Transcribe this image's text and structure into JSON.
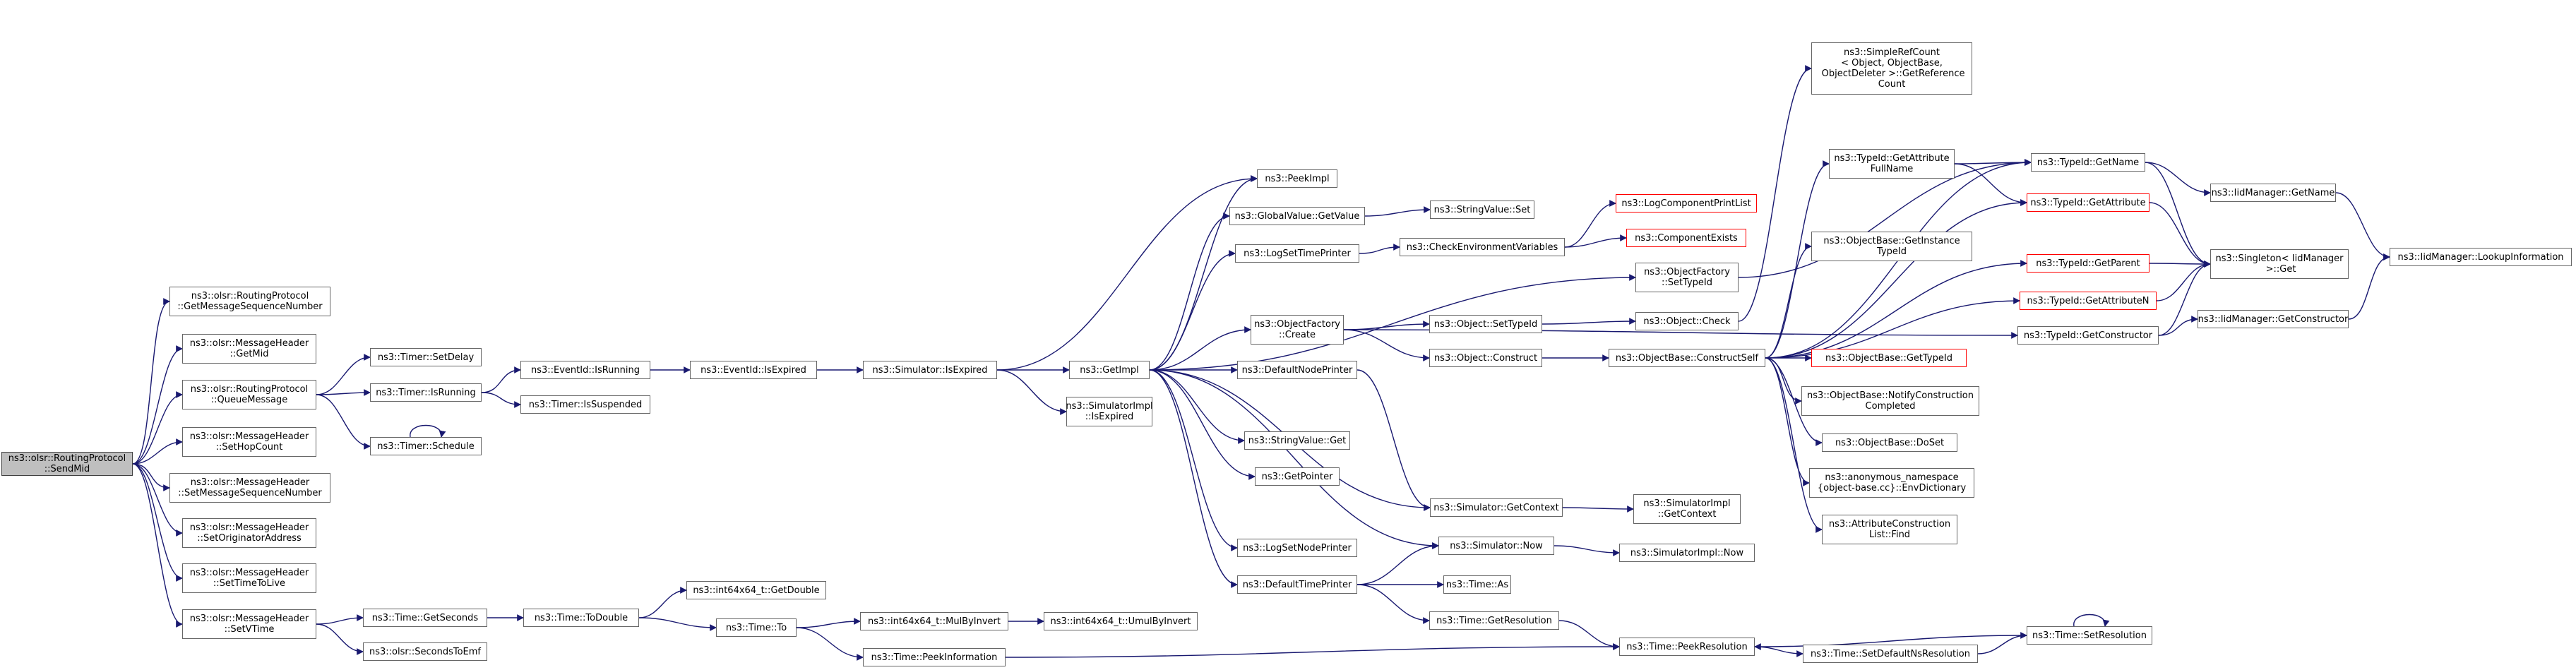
{
  "graph": {
    "colors": {
      "edge": "#191970",
      "node_border": "#666666",
      "truncated_border": "#ff0000",
      "root_fill": "#bfbfbf"
    },
    "nodes": {
      "root": {
        "label": "ns3::olsr::RoutingProtocol\n::SendMid"
      },
      "getMsgSeq": {
        "label": "ns3::olsr::RoutingProtocol\n::GetMessageSequenceNumber"
      },
      "getMid": {
        "label": "ns3::olsr::MessageHeader\n::GetMid"
      },
      "queueMsg": {
        "label": "ns3::olsr::RoutingProtocol\n::QueueMessage"
      },
      "setHop": {
        "label": "ns3::olsr::MessageHeader\n::SetHopCount"
      },
      "setMsgSeq": {
        "label": "ns3::olsr::MessageHeader\n::SetMessageSequenceNumber"
      },
      "setOrig": {
        "label": "ns3::olsr::MessageHeader\n::SetOriginatorAddress"
      },
      "setTTL": {
        "label": "ns3::olsr::MessageHeader\n::SetTimeToLive"
      },
      "setVTime": {
        "label": "ns3::olsr::MessageHeader\n::SetVTime"
      },
      "timerSetDelay": {
        "label": "ns3::Timer::SetDelay"
      },
      "timerIsRunning": {
        "label": "ns3::Timer::IsRunning"
      },
      "timerSchedule": {
        "label": "ns3::Timer::Schedule"
      },
      "eventIsRunning": {
        "label": "ns3::EventId::IsRunning"
      },
      "timerIsSuspended": {
        "label": "ns3::Timer::IsSuspended"
      },
      "eventIsExpired": {
        "label": "ns3::EventId::IsExpired"
      },
      "simIsExpired": {
        "label": "ns3::Simulator::IsExpired"
      },
      "getImpl": {
        "label": "ns3::GetImpl"
      },
      "simImplIsExpired": {
        "label": "ns3::SimulatorImpl\n::IsExpired"
      },
      "peekImpl": {
        "label": "ns3::PeekImpl"
      },
      "gvGetValue": {
        "label": "ns3::GlobalValue::GetValue"
      },
      "logSetTime": {
        "label": "ns3::LogSetTimePrinter"
      },
      "ofCreate": {
        "label": "ns3::ObjectFactory\n::Create"
      },
      "defaultNode": {
        "label": "ns3::DefaultNodePrinter"
      },
      "strGet": {
        "label": "ns3::StringValue::Get"
      },
      "getPointer": {
        "label": "ns3::GetPointer"
      },
      "logSetNode": {
        "label": "ns3::LogSetNodePrinter"
      },
      "defaultTime": {
        "label": "ns3::DefaultTimePrinter"
      },
      "strSet": {
        "label": "ns3::StringValue::Set"
      },
      "checkEnv": {
        "label": "ns3::CheckEnvironmentVariables"
      },
      "objSetTypeId": {
        "label": "ns3::Object::SetTypeId"
      },
      "objConstruct": {
        "label": "ns3::Object::Construct"
      },
      "simGetContext": {
        "label": "ns3::Simulator::GetContext"
      },
      "simNow": {
        "label": "ns3::Simulator::Now"
      },
      "timeAs": {
        "label": "ns3::Time::As"
      },
      "timeGetRes": {
        "label": "ns3::Time::GetResolution"
      },
      "logCompPrint": {
        "label": "ns3::LogComponentPrintList"
      },
      "compExists": {
        "label": "ns3::ComponentExists"
      },
      "ofSetTypeId": {
        "label": "ns3::ObjectFactory\n::SetTypeId"
      },
      "objCheck": {
        "label": "ns3::Object::Check"
      },
      "obConstructSelf": {
        "label": "ns3::ObjectBase::ConstructSelf"
      },
      "simImplGetContext": {
        "label": "ns3::SimulatorImpl\n::GetContext"
      },
      "simImplNow": {
        "label": "ns3::SimulatorImpl::Now"
      },
      "simpleRef": {
        "label": "ns3::SimpleRefCount\n< Object, ObjectBase,\n ObjectDeleter >::GetReference\nCount"
      },
      "typeGetAttrFull": {
        "label": "ns3::TypeId::GetAttribute\nFullName"
      },
      "obGetInstance": {
        "label": "ns3::ObjectBase::GetInstance\nTypeId"
      },
      "obGetTypeId": {
        "label": "ns3::ObjectBase::GetTypeId"
      },
      "obNotify": {
        "label": "ns3::ObjectBase::NotifyConstruction\nCompleted"
      },
      "obDoSet": {
        "label": "ns3::ObjectBase::DoSet"
      },
      "anonEnv": {
        "label": "ns3::anonymous_namespace\n{object-base.cc}::EnvDictionary"
      },
      "attrConstr": {
        "label": "ns3::AttributeConstruction\nList::Find"
      },
      "typeGetName": {
        "label": "ns3::TypeId::GetName"
      },
      "typeGetAttr": {
        "label": "ns3::TypeId::GetAttribute"
      },
      "typeGetParent": {
        "label": "ns3::TypeId::GetParent"
      },
      "typeGetAttrN": {
        "label": "ns3::TypeId::GetAttributeN"
      },
      "typeGetConstr": {
        "label": "ns3::TypeId::GetConstructor"
      },
      "idmGetName": {
        "label": "ns3::IidManager::GetName"
      },
      "singleton": {
        "label": "ns3::Singleton< IidManager\n >::Get"
      },
      "idmGetConstr": {
        "label": "ns3::IidManager::GetConstructor"
      },
      "idmLookup": {
        "label": "ns3::IidManager::LookupInformation"
      },
      "timeGetSeconds": {
        "label": "ns3::Time::GetSeconds"
      },
      "secondsToEmf": {
        "label": "ns3::olsr::SecondsToEmf"
      },
      "timeToDouble": {
        "label": "ns3::Time::ToDouble"
      },
      "int64GetDouble": {
        "label": "ns3::int64x64_t::GetDouble"
      },
      "timeTo": {
        "label": "ns3::Time::To"
      },
      "mulByInvert": {
        "label": "ns3::int64x64_t::MulByInvert"
      },
      "umulByInvert": {
        "label": "ns3::int64x64_t::UmulByInvert"
      },
      "peekInfo": {
        "label": "ns3::Time::PeekInformation"
      },
      "peekRes": {
        "label": "ns3::Time::PeekResolution"
      },
      "setDefaultNs": {
        "label": "ns3::Time::SetDefaultNsResolution"
      },
      "timeSetRes": {
        "label": "ns3::Time::SetResolution"
      }
    }
  }
}
